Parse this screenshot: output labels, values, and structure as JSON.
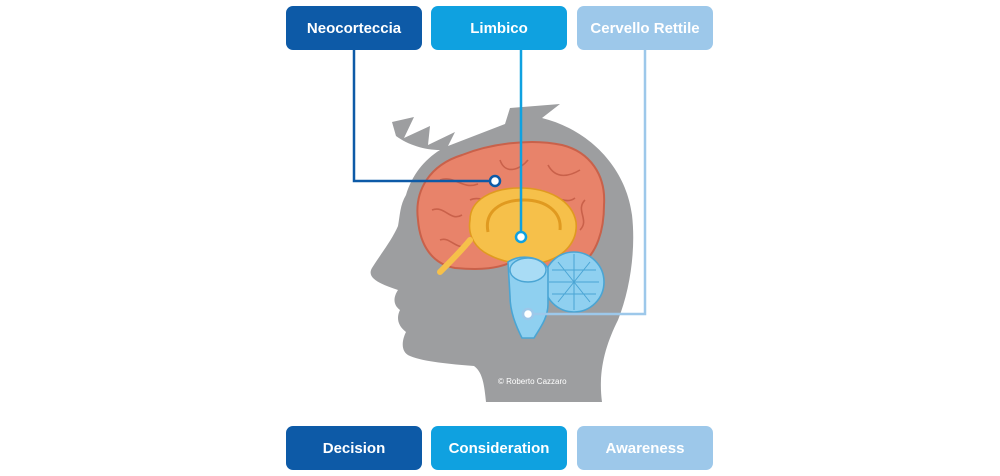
{
  "top_labels": {
    "neocortex": "Neocorteccia",
    "limbic": "Limbico",
    "reptilian": "Cervello Rettile"
  },
  "bottom_labels": {
    "decision": "Decision",
    "consideration": "Consideration",
    "awareness": "Awareness"
  },
  "credit": "© Roberto Cazzaro",
  "colors": {
    "dark_blue": "#0d5aa7",
    "mid_blue": "#0fa1e0",
    "light_blue": "#9dc8ea",
    "head_gray": "#9d9ea0",
    "cortex": "#e8836a",
    "limbic": "#f6c04a",
    "brainstem": "#8fd0f0"
  }
}
